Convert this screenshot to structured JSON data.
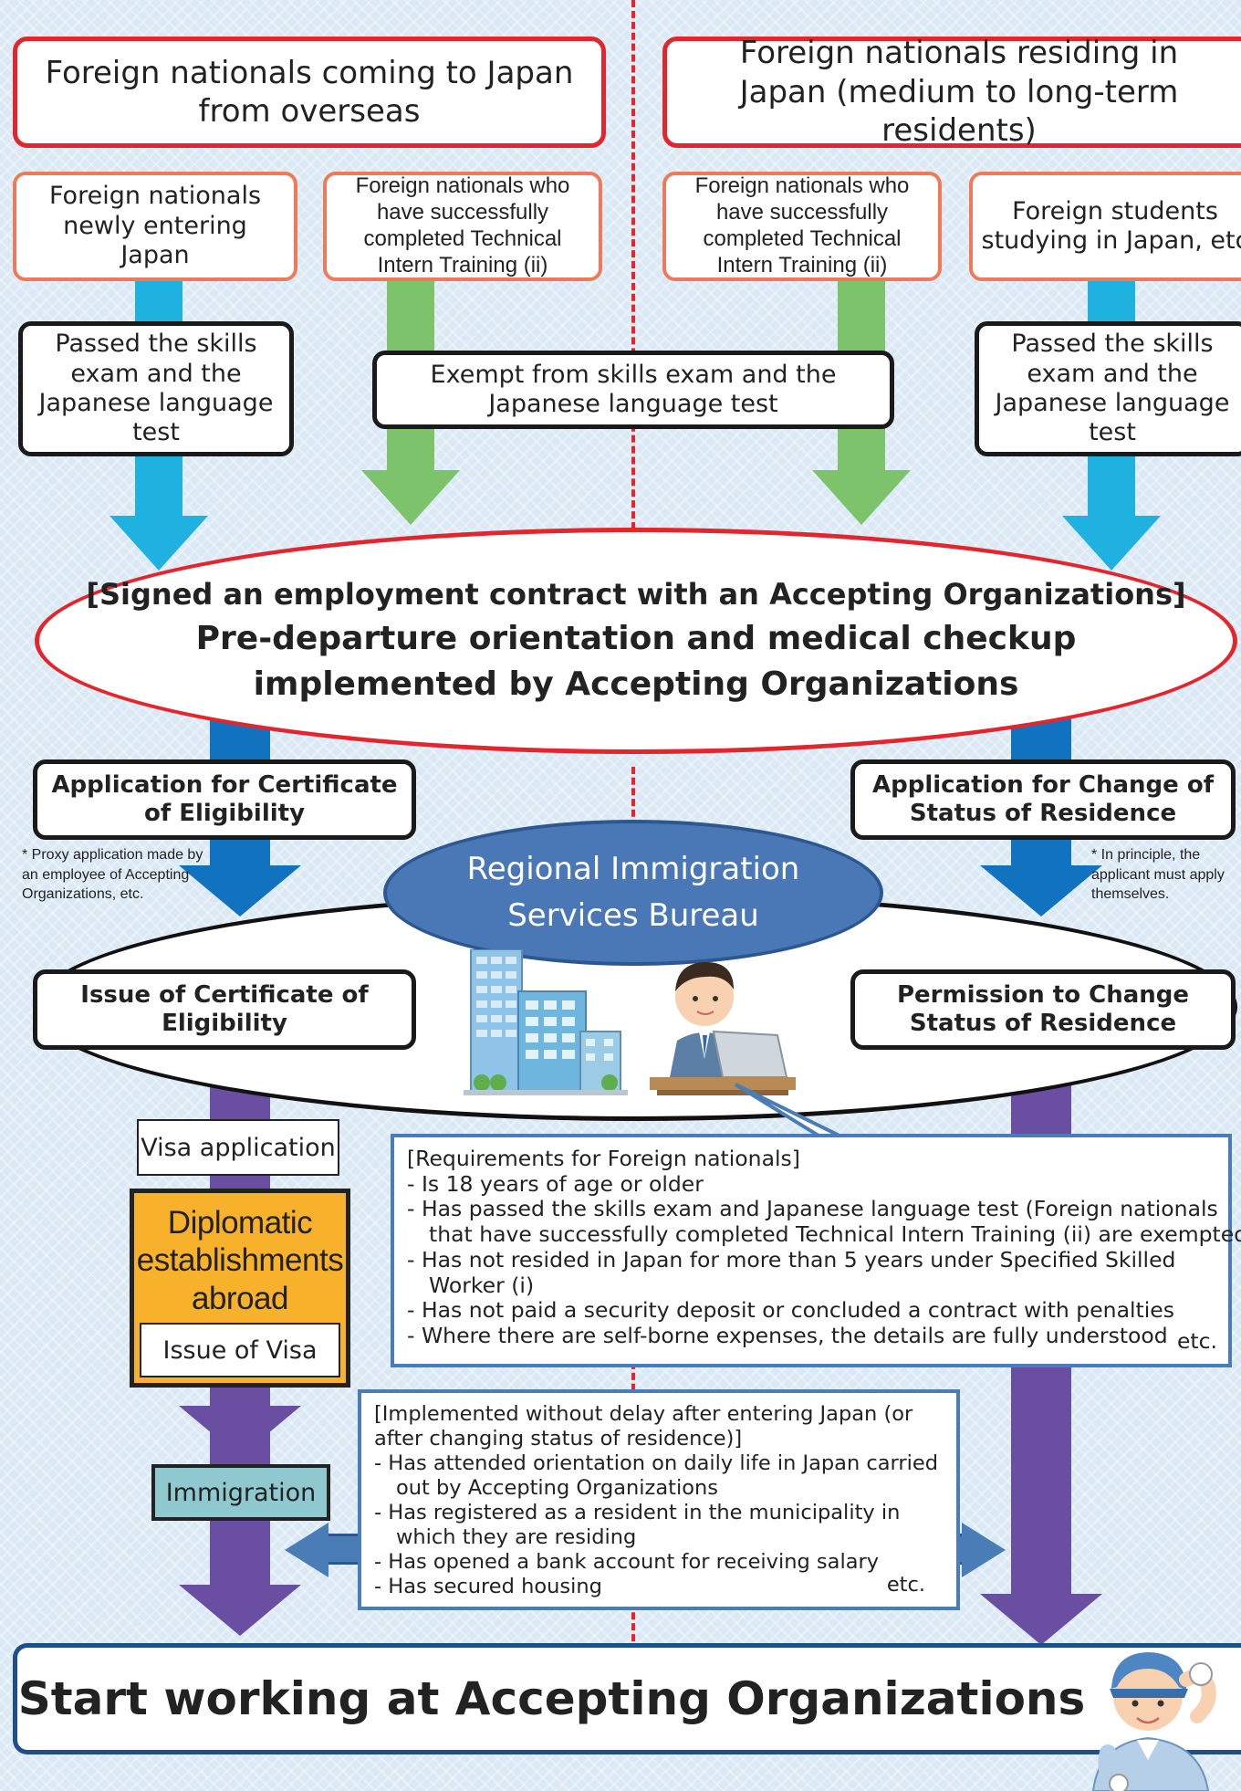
{
  "headers": {
    "overseas": "Foreign nationals coming to Japan from overseas",
    "residing": "Foreign nationals residing in Japan (medium to long-term residents)"
  },
  "categories": {
    "newly_entering": "Foreign nationals newly entering Japan",
    "tit_left": "Foreign nationals who have successfully completed Technical Intern Training (ii)",
    "tit_right": "Foreign nationals who have successfully completed Technical Intern Training (ii)",
    "students": "Foreign students studying in Japan, etc"
  },
  "exams": {
    "passed_left": "Passed the skills exam and the Japanese language test",
    "exempt": "Exempt from skills exam and the Japanese language test",
    "passed_right": "Passed the skills exam and the Japanese language test"
  },
  "contract": {
    "line1": "[Signed an employment contract with an Accepting Organizations]",
    "line2": "Pre-departure orientation and medical checkup",
    "line3": "implemented by Accepting Organizations"
  },
  "applications": {
    "coe": "Application for Certificate of Eligibility",
    "change": "Application for Change of Status of Residence",
    "proxy_note": "* Proxy application made by an employee of Accepting Organizations, etc.",
    "principle_note": "* In principle, the applicant must apply themselves."
  },
  "bureau": {
    "name": "Regional Immigration Services Bureau",
    "issue_coe": "Issue of Certificate of Eligibility",
    "permission": "Permission to Change Status of Residence"
  },
  "visa": {
    "application": "Visa application",
    "diplomatic": "Diplomatic establishments abroad",
    "issue": "Issue of Visa",
    "immigration": "Immigration"
  },
  "requirements": {
    "title": "[Requirements for Foreign nationals]",
    "items": [
      "- Is 18 years of age or older",
      "- Has passed the skills exam and Japanese language test (Foreign nationals",
      "that have successfully completed Technical Intern Training (ii) are exempted)",
      "- Has not resided in Japan for more than 5 years under Specified Skilled",
      "Worker (i)",
      "- Has not paid a security deposit or concluded a contract with penalties",
      "- Where there are self-borne expenses, the details are fully understood"
    ],
    "etc": "etc."
  },
  "after_entry": {
    "title1": "[Implemented without delay after entering Japan (or",
    "title2": "after changing status of residence)]",
    "items": [
      "- Has attended orientation on daily life in Japan carried",
      "out by Accepting Organizations",
      "- Has registered as a resident in the municipality in",
      "which they are residing",
      "- Has opened a bank account for receiving salary",
      "- Has secured housing"
    ],
    "etc": "etc."
  },
  "final": {
    "label": "Start working at Accepting Organizations"
  },
  "colors": {
    "red": "#e3262d",
    "orange_border": "#ef7a5a",
    "cyan_arrow": "#1fb2e0",
    "green_arrow": "#7cc36b",
    "blue_arrow": "#1173bf",
    "purple_arrow": "#6a4ea2",
    "bureau_blue": "#4a78b6",
    "diplomatic_orange": "#f8b12a",
    "immigration_teal": "#8fc8cf"
  }
}
